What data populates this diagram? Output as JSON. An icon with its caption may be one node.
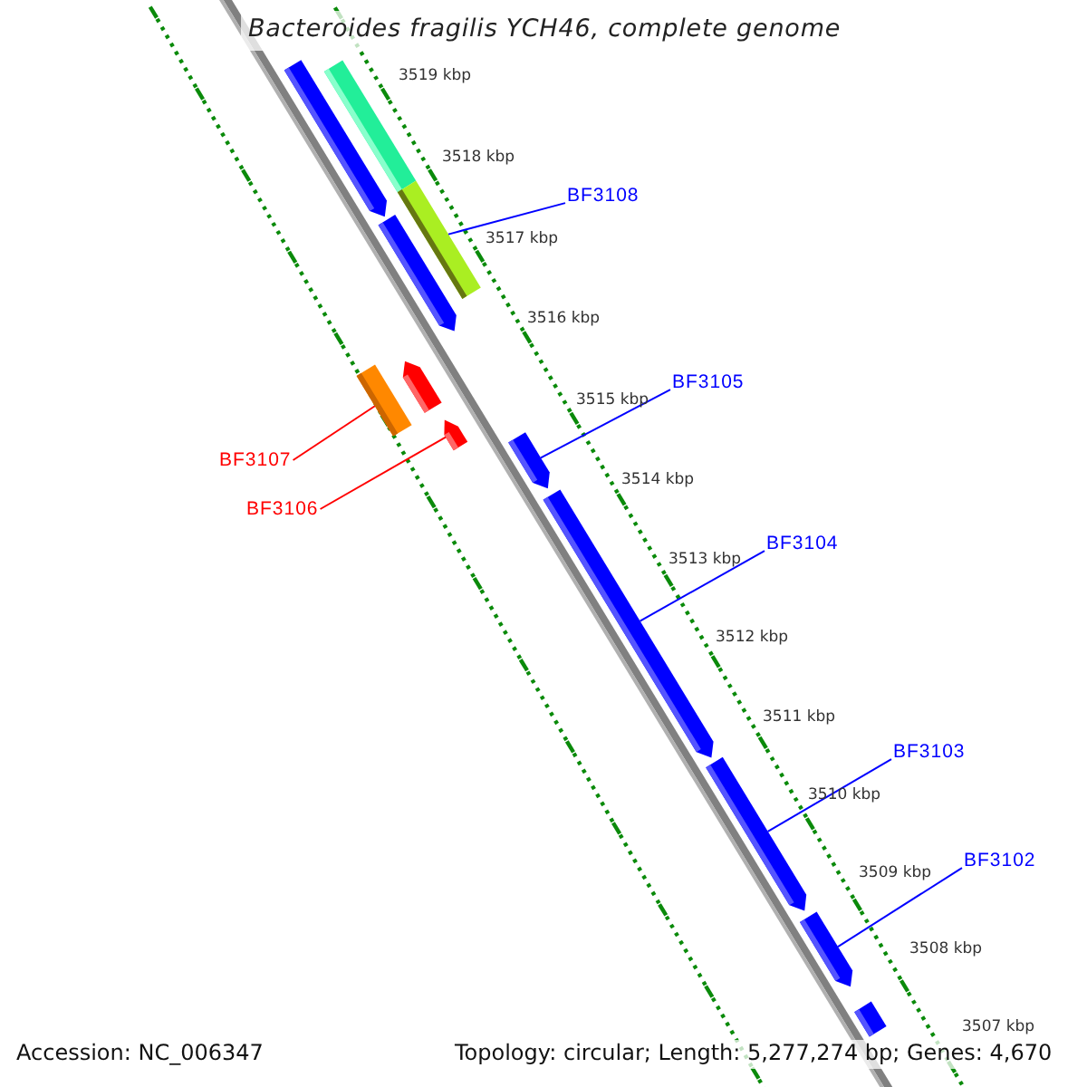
{
  "diagram": {
    "title": "Bacteroides fragilis YCH46, complete genome",
    "nodes": [
      {
        "text": [
          "BF3108"
        ]
      },
      {
        "text": [
          "BF3105"
        ]
      },
      {
        "text": [
          "BF3107"
        ]
      },
      {
        "text": [
          "BF3106"
        ]
      },
      {
        "text": [
          "BF3104"
        ]
      },
      {
        "text": [
          "BF3103"
        ]
      },
      {
        "text": [
          "BF3102"
        ]
      },
      {
        "text": [],
        "shape": "bar"
      },
      {
        "text": [],
        "shape": "bar"
      },
      {
        "text": [],
        "shape": "bar"
      },
      {
        "text": [],
        "shape": "bar"
      },
      {
        "text": [],
        "shape": "bar"
      },
      {
        "text": [],
        "shape": "bar"
      },
      {
        "text": [],
        "shape": "bar"
      },
      {
        "text": [],
        "shape": "bar"
      },
      {
        "text": [],
        "shape": "bar"
      },
      {
        "text": [],
        "shape": "bar"
      },
      {
        "text": [],
        "shape": "bar"
      },
      {
        "text": [],
        "shape": "bar"
      }
    ],
    "edges": [
      {
        "from": 0,
        "to": 9,
        "arrow": "none"
      },
      {
        "from": 1,
        "to": 14,
        "arrow": "none"
      },
      {
        "from": 2,
        "to": 12,
        "arrow": "none",
        "color": "#ff0000"
      },
      {
        "from": 3,
        "to": 13,
        "arrow": "none",
        "color": "#ff0000"
      },
      {
        "from": 4,
        "to": 15,
        "arrow": "none"
      },
      {
        "from": 5,
        "to": 16,
        "arrow": "none"
      },
      {
        "from": 6,
        "to": 17,
        "arrow": "none"
      }
    ],
    "labels": [
      "3519 kbp",
      "3518 kbp",
      "3517 kbp",
      "3516 kbp",
      "3515 kbp",
      "3514 kbp",
      "3513 kbp",
      "3512 kbp",
      "3511 kbp",
      "3510 kbp",
      "3509 kbp",
      "3508 kbp",
      "3507 kbp",
      "Accession: NC_006347",
      "Topology: circular; Length: 5,277,274 bp; Genes: 4,670"
    ]
  }
}
